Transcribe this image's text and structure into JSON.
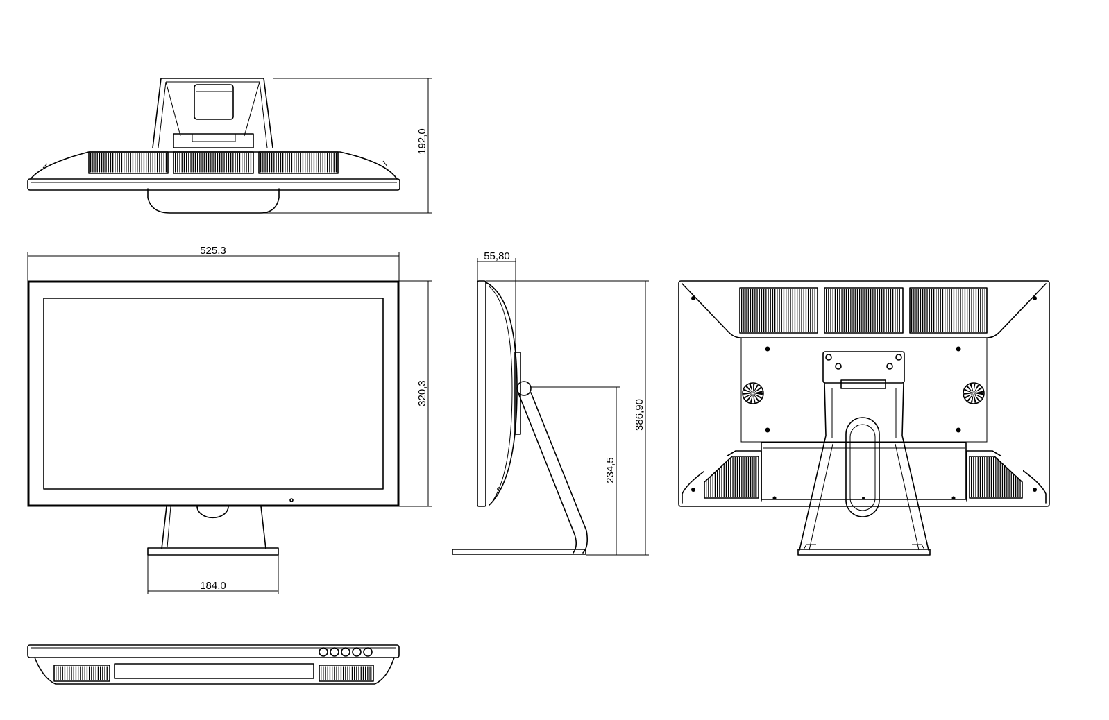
{
  "top_view": {
    "depth_dimension": "192,0"
  },
  "front_view": {
    "width_dimension": "525,3",
    "height_dimension": "320,3",
    "base_width_dimension": "184,0"
  },
  "side_view": {
    "thickness_dimension": "55,80",
    "overall_height_dimension": "386,90",
    "pivot_height_dimension": "234,5"
  }
}
